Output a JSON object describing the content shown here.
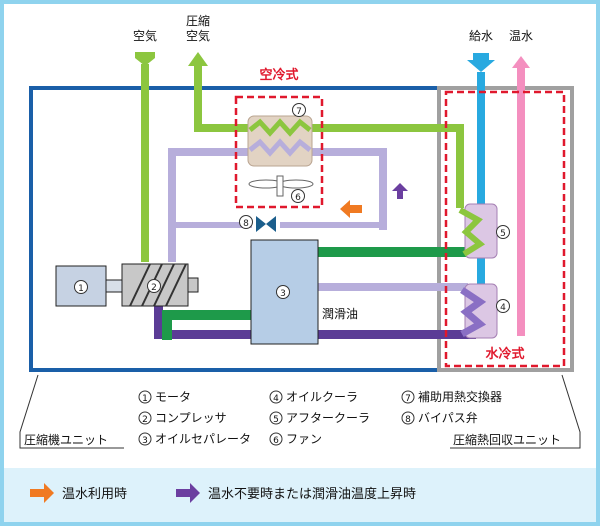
{
  "inputs": {
    "air": "空気",
    "compressed_air_line1": "圧縮",
    "compressed_air_line2": "空気",
    "water_supply": "給水",
    "hot_water": "温水"
  },
  "sections": {
    "air_cooled": "空冷式",
    "water_cooled": "水冷式",
    "lubricant": "潤滑油"
  },
  "components": [
    {
      "num": "1",
      "label": "モータ"
    },
    {
      "num": "2",
      "label": "コンプレッサ"
    },
    {
      "num": "3",
      "label": "オイルセパレータ"
    },
    {
      "num": "4",
      "label": "オイルクーラ"
    },
    {
      "num": "5",
      "label": "アフタークーラ"
    },
    {
      "num": "6",
      "label": "ファン"
    },
    {
      "num": "7",
      "label": "補助用熱交換器"
    },
    {
      "num": "8",
      "label": "バイパス弁"
    }
  ],
  "units": {
    "compressor_unit": "圧縮機ユニット",
    "heat_recovery_unit": "圧縮熱回収ユニット"
  },
  "legend": {
    "orange": "温水利用時",
    "purple": "温水不要時または潤滑油温度上昇時"
  },
  "colors": {
    "frame": "#8fd3ee",
    "blue_box": "#1a5fa8",
    "gray_box": "#a0a0a0",
    "red_dash": "#e0182d",
    "green": "#8cc63f",
    "dark_green": "#1e9a4a",
    "lavender": "#b7aedb",
    "dark_purple": "#5b3c96",
    "cold_water": "#28a9e0",
    "hot_water": "#f48fbf",
    "orange": "#f07a22"
  }
}
